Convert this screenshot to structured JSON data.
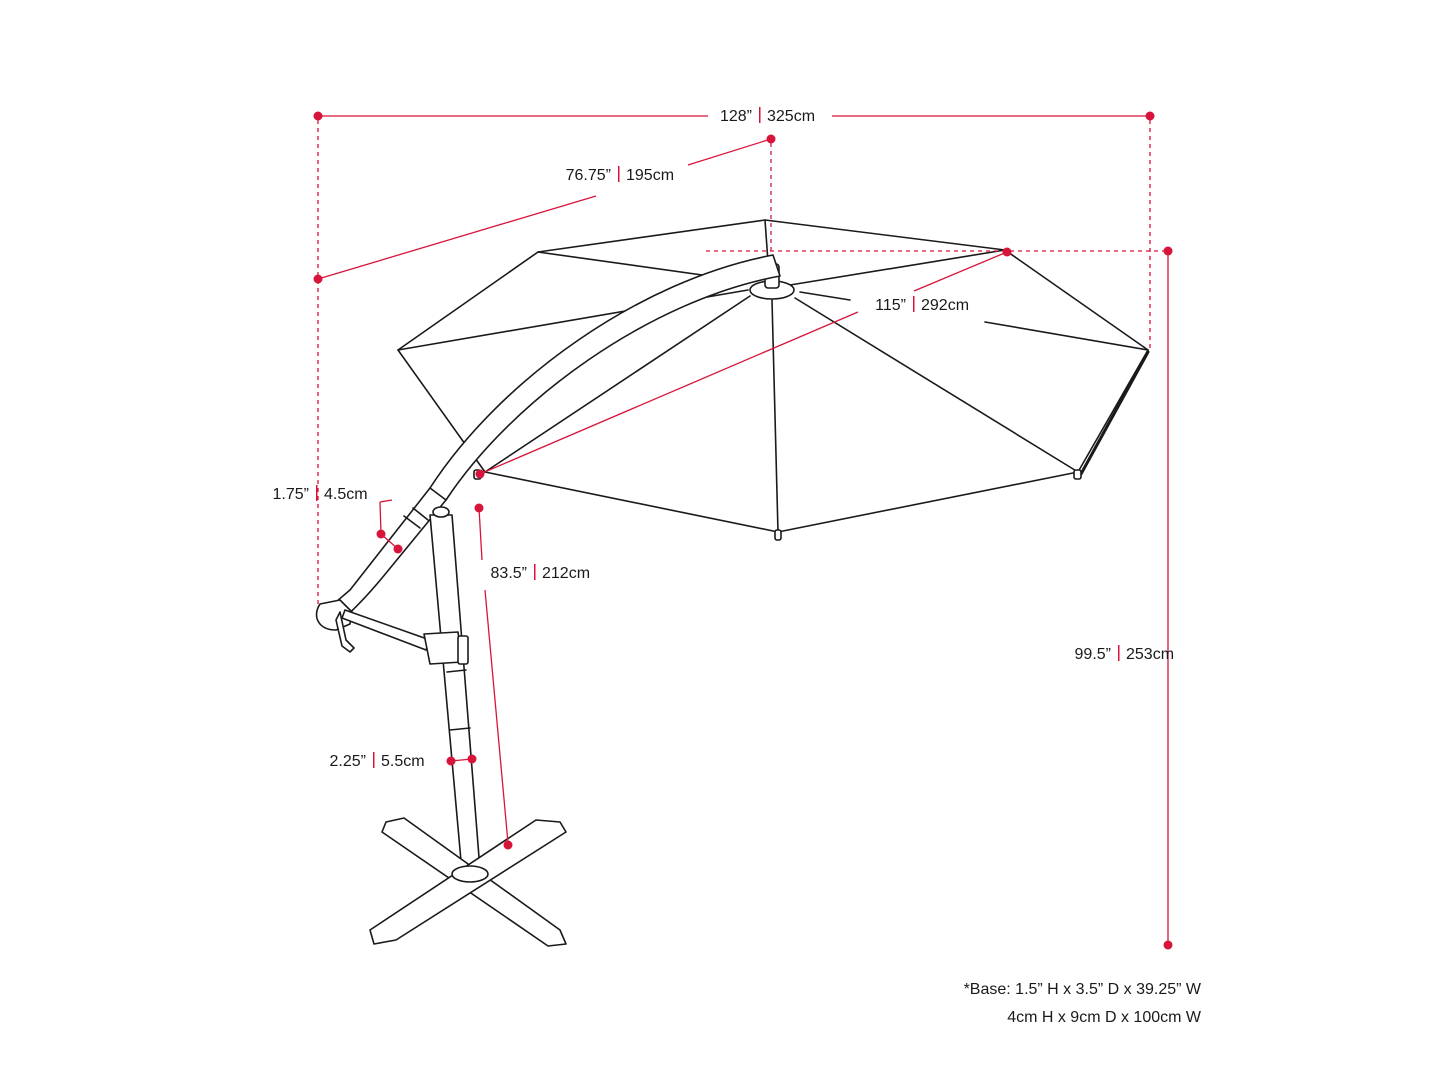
{
  "accent_color": "#d7153a",
  "line_color": "#1a1a1a",
  "dimensions": {
    "overall_width": {
      "imperial": "128”",
      "metric": "325cm"
    },
    "canopy_radius": {
      "imperial": "76.75”",
      "metric": "195cm"
    },
    "arm_length": {
      "imperial": "115”",
      "metric": "292cm"
    },
    "arm_thickness": {
      "imperial": "1.75”",
      "metric": "4.5cm"
    },
    "pole_height": {
      "imperial": "83.5”",
      "metric": "212cm"
    },
    "overall_height": {
      "imperial": "99.5”",
      "metric": "253cm"
    },
    "pole_diameter": {
      "imperial": "2.25”",
      "metric": "5.5cm"
    }
  },
  "base_note": {
    "line1": "*Base: 1.5” H x 3.5” D x 39.25” W",
    "line2": "4cm H x 9cm D x 100cm W"
  }
}
